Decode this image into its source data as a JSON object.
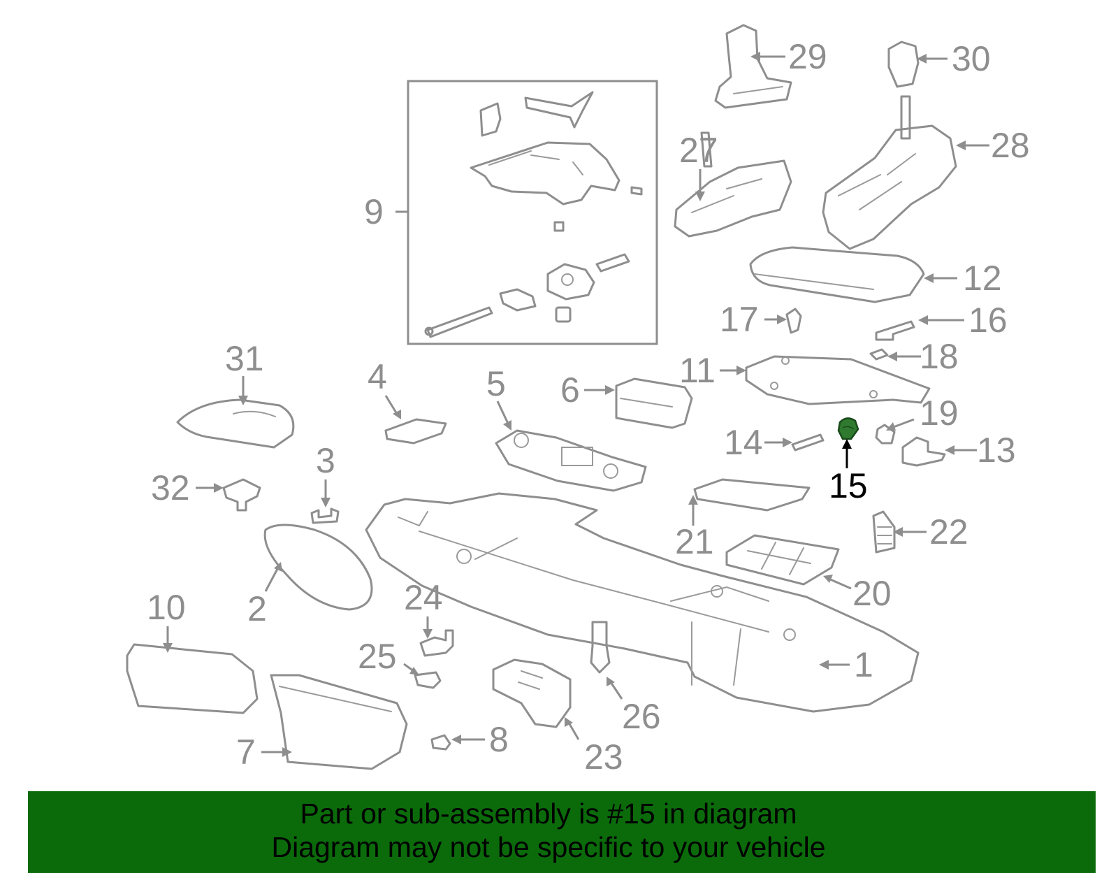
{
  "diagram": {
    "callouts": [
      "1",
      "2",
      "3",
      "4",
      "5",
      "6",
      "7",
      "8",
      "9",
      "10",
      "11",
      "12",
      "13",
      "14",
      "15",
      "16",
      "17",
      "18",
      "19",
      "20",
      "21",
      "22",
      "23",
      "24",
      "25",
      "26",
      "27",
      "28",
      "29",
      "30",
      "31",
      "32"
    ],
    "highlighted_part": "15",
    "colors": {
      "line": "#8e8e8e",
      "highlight": "#000000",
      "highlight_part": "#2f7a2f",
      "banner": "#0b6b0b"
    }
  },
  "caption": {
    "line1": "Part or sub-assembly is #15 in diagram",
    "line2": "Diagram may not be specific to your vehicle"
  }
}
